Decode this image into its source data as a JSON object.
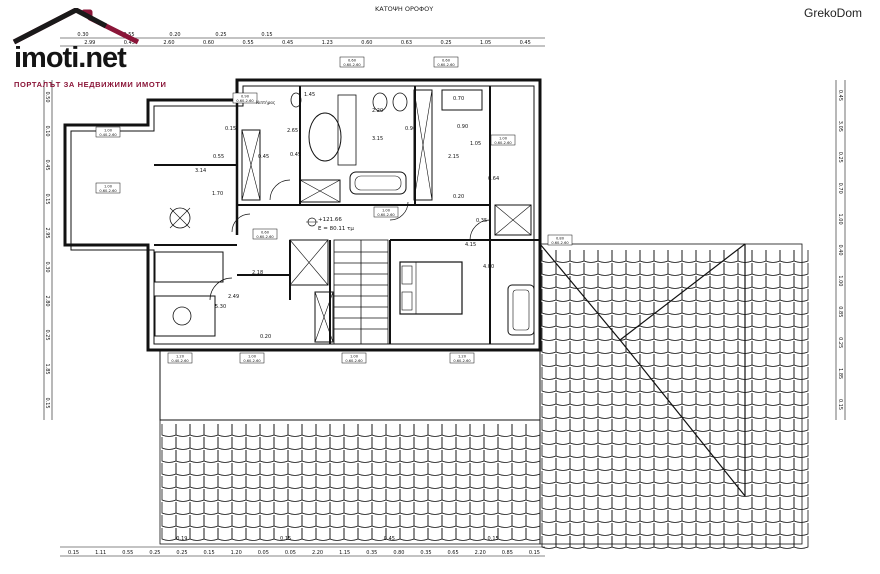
{
  "plan_title": "ΚΑΤΟΨΗ ΟΡΟΦΟΥ",
  "watermark": "GrekoDom",
  "logo": {
    "text": "imoti.net",
    "tagline": "ПОРТАЛЪТ ЗА НЕДВИЖИМИ ИМОТИ"
  },
  "level_marker": {
    "elevation": "+121.66",
    "area": "E = 80.11 τμ"
  },
  "dims_top_row1": [
    "0.30",
    "0.55",
    "0.20",
    "0.25",
    "0.15"
  ],
  "dims_top_row2": [
    "2.99",
    "0.45",
    "2.60",
    "0.60",
    "0.55",
    "0.45",
    "1.23",
    "0.60",
    "0.63",
    "0.25",
    "1.05",
    "0.45"
  ],
  "dims_bottom_row1": [
    "0.19",
    "0.15",
    "0.45",
    "0.15"
  ],
  "dims_bottom_row2": [
    "0.15",
    "1.11",
    "0.55",
    "0.25",
    "0.25",
    "0.15",
    "1.20",
    "0.05",
    "0.05",
    "2.20",
    "1.15",
    "0.35",
    "0.80",
    "0.35",
    "0.65",
    "2.20",
    "0.85",
    "0.15"
  ],
  "dims_left": [
    "0.50",
    "0.10",
    "0.45",
    "0.15",
    "2.95",
    "0.30",
    "2.80",
    "0.25",
    "1.85",
    "0.15"
  ],
  "dims_right": [
    "0.45",
    "3.05",
    "0.25",
    "0.70",
    "1.00",
    "0.40",
    "1.00",
    "0.85",
    "0.25",
    "1.85",
    "0.15"
  ],
  "room_dims": [
    "3.14",
    "1.70",
    "0.55",
    "0.15",
    "0.45",
    "2.18",
    "2.49",
    "5.30",
    "0.20",
    "0.45",
    "2.65",
    "3.15",
    "2.20",
    "0.90",
    "1.05",
    "2.15",
    "0.20",
    "0.35",
    "4.15",
    "4.00",
    "0.64",
    "1.45",
    "0.90",
    "0.70"
  ],
  "window_tags": [
    "1.00 / 0.40-2.60",
    "0.90 / 0.60-2.60",
    "0.60 / 0.60-2.60",
    "0.60 / 0.60-2.60",
    "1.00 / 0.60-2.60",
    "1.20 / 0.40-2.60",
    "1.00 / 0.60-2.60",
    "1.00 / 0.60-2.60",
    "1.20 / 0.60-2.60",
    "0.60 / 0.60-2.60",
    "1.00 / 0.60-2.60",
    "0.80 / 0.60-2.60",
    "1.00 / 0.60-2.60"
  ],
  "notes": [
    "Νιπτήρας"
  ],
  "colors": {
    "brand": "#8a1538",
    "ink": "#111111",
    "paper": "#ffffff"
  }
}
